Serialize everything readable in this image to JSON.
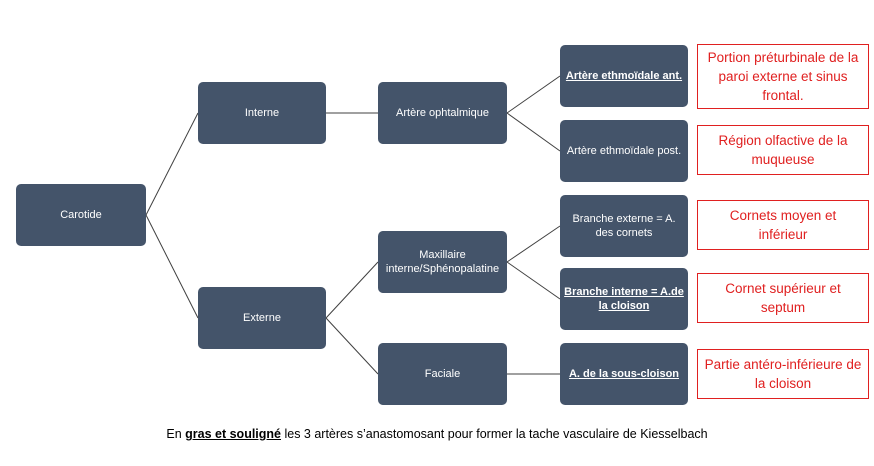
{
  "nodes": {
    "carotide": "Carotide",
    "interne": "Interne",
    "externe": "Externe",
    "ophtalmique": "Artère ophtalmique",
    "maxillaire": "Maxillaire interne/Sphénopalatine",
    "faciale": "Faciale",
    "ethmoidale_ant": "Artère ethmoïdale ant.",
    "ethmoidale_post": "Artère ethmoïdale post.",
    "branche_externe": "Branche externe = A. des cornets",
    "branche_interne": "Branche interne = A.de la cloison",
    "sous_cloison": "A. de la sous-cloison"
  },
  "notes": {
    "ethmoidale_ant": "Portion préturbinale de la paroi externe et sinus frontal.",
    "ethmoidale_post": "Région olfactive de la muqueuse",
    "branche_externe": "Cornets moyen et inférieur",
    "branche_interne": "Cornet supérieur et septum",
    "sous_cloison": "Partie antéro-inférieure de la cloison"
  },
  "caption": {
    "prefix": "En ",
    "emphasis": "gras et souligné",
    "suffix": " les 3 artères s’anastomosant pour former la tache vasculaire de Kiesselbach"
  },
  "colors": {
    "node_fill": "#44546a",
    "node_text": "#ffffff",
    "note_border": "#e02020",
    "note_text": "#e02020",
    "connector": "#404040"
  }
}
